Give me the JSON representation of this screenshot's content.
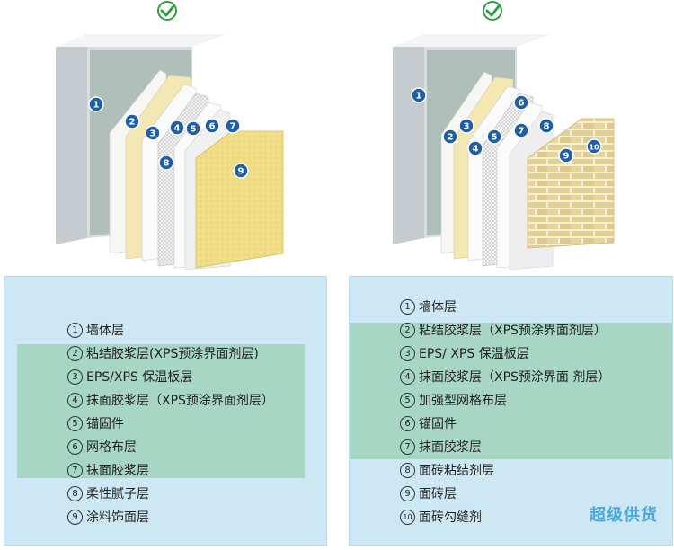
{
  "left": {
    "badge_numbers": [
      "1",
      "2",
      "3",
      "4",
      "5",
      "6",
      "7",
      "8",
      "9"
    ],
    "legend": [
      {
        "num": "1",
        "label": "墙体层"
      },
      {
        "num": "2",
        "label": "粘结胶浆层(XPS预涂界面剂层)"
      },
      {
        "num": "3",
        "label": "EPS/XPS 保温板层"
      },
      {
        "num": "4",
        "label": "抹面胶浆层（XPS预涂界面剂层）"
      },
      {
        "num": "5",
        "label": "锚固件"
      },
      {
        "num": "6",
        "label": "网格布层"
      },
      {
        "num": "7",
        "label": "抹面胶浆层"
      },
      {
        "num": "8",
        "label": "柔性腻子层"
      },
      {
        "num": "9",
        "label": "涂料饰面层"
      }
    ]
  },
  "right": {
    "badge_numbers": [
      "1",
      "2",
      "3",
      "4",
      "5",
      "6",
      "7",
      "8",
      "9",
      "10"
    ],
    "legend": [
      {
        "num": "1",
        "label": "墙体层"
      },
      {
        "num": "2",
        "label": "粘结胶浆层（XPS预涂界面剂层）"
      },
      {
        "num": "3",
        "label": "EPS/ XPS 保温板层"
      },
      {
        "num": "4",
        "label": "抹面胶浆层（XPS预涂界面 剂层）"
      },
      {
        "num": "5",
        "label": "加强型网格布层"
      },
      {
        "num": "6",
        "label": "锚固件"
      },
      {
        "num": "7",
        "label": "抹面胶浆层"
      },
      {
        "num": "8",
        "label": "面砖粘结剂层"
      },
      {
        "num": "9",
        "label": "面砖层"
      },
      {
        "num": "10",
        "label": "面砖勾缝剂"
      }
    ]
  },
  "watermark": "超级供货",
  "colors": {
    "check_green": "#2e9e3e",
    "badge_blue": "#1f5fa8",
    "legend_bg": "#cde8f4",
    "highlight_band": "#a7d6c5",
    "coating_yellow": "#f0dc8a",
    "brick": "#e4d09a"
  }
}
